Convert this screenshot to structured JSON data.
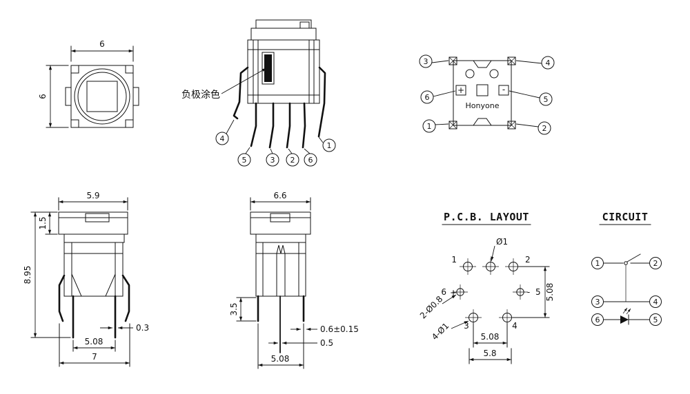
{
  "views": {
    "top": {
      "dim_width": "6",
      "dim_height": "6"
    },
    "side_pins": {
      "note": "负极涂色",
      "pins": [
        "4",
        "5",
        "3",
        "2",
        "6",
        "1"
      ]
    },
    "bottom": {
      "brand": "Honyone",
      "plus": "+",
      "minus": "-",
      "pins": [
        "3",
        "4",
        "6",
        "5",
        "1",
        "2"
      ]
    },
    "front": {
      "dim_cap_width": "5.9",
      "dim_total_height": "8.95",
      "dim_cap_height": "1.5",
      "dim_pin_thickness": "0.3",
      "dim_pin_pitch": "5.08",
      "dim_base_width": "7"
    },
    "side": {
      "dim_cap_width": "6.6",
      "dim_leg_length": "3.5",
      "dim_leg_thickness": "0.6±0.15",
      "dim_center_pin": "0.5",
      "dim_pin_pitch": "5.08"
    },
    "pcb": {
      "title": "P.C.B. LAYOUT",
      "center_hole": "Ø1",
      "pin1": "1",
      "pin2": "2",
      "pin3": "3",
      "pin4": "4",
      "pin5": "5",
      "pin6": "6",
      "plus": "+",
      "minus": "-",
      "dim_row_pitch": "5.08",
      "dim_led_holes": "2-Ø0.8",
      "dim_switch_holes": "4-Ø1",
      "dim_col_pitch": "5.08",
      "dim_total_width": "5.8"
    },
    "circuit": {
      "title": "CIRCUIT",
      "pin1": "1",
      "pin2": "2",
      "pin3": "3",
      "pin4": "4",
      "pin5": "5",
      "pin6": "6"
    }
  }
}
